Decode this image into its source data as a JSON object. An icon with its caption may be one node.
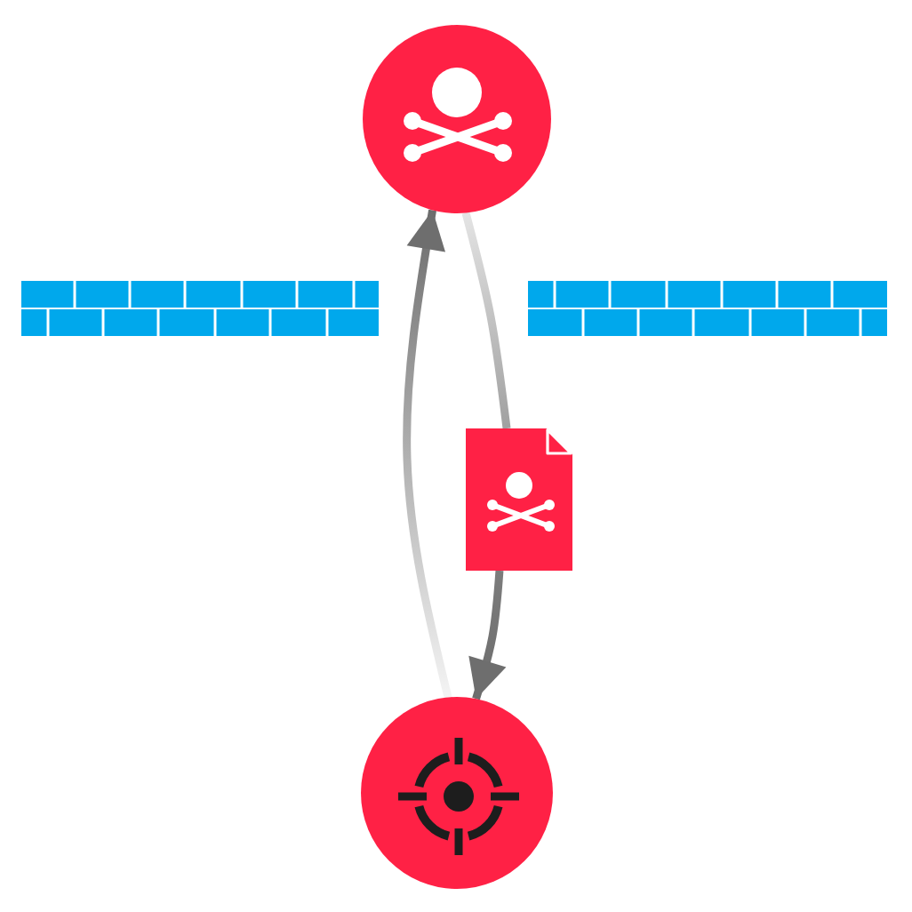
{
  "diagram": {
    "nodes": [
      {
        "text": [],
        "shape": "circle"
      },
      {
        "text": [],
        "shape": "document"
      },
      {
        "text": [],
        "shape": "circle"
      }
    ],
    "edges": [
      {
        "from": 2,
        "to": 0,
        "arrow": "to"
      },
      {
        "from": 0,
        "to": 1,
        "arrow": "none"
      },
      {
        "from": 1,
        "to": 2,
        "arrow": "to"
      }
    ]
  }
}
